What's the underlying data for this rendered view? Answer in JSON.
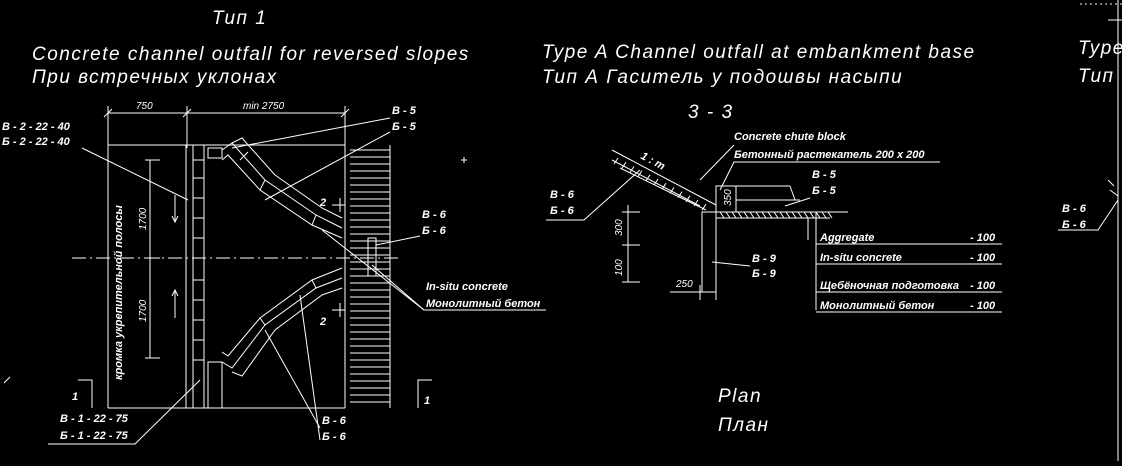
{
  "titles": {
    "type1": "Тип  1",
    "left_en": "Concrete  channel  outfall  for  reversed  slopes",
    "left_ru": "При  встречных  уклонах",
    "mid_en": "Type  A  Channel  outfall  at  embankment  base",
    "mid_ru": "Тип  А  Гаситель  у  подошвы  насыпи",
    "right_en": "Type",
    "right_ru": "Тип",
    "section": "3 - 3",
    "plan_en": "Plan",
    "plan_ru": "План"
  },
  "left_plan": {
    "dim_top_a": "750",
    "dim_top_b": "min  2750",
    "dim_v1": "1700",
    "dim_v2": "1700",
    "vertical_label": "кромка укрепительной полосы",
    "b2_en": "B - 2 - 22 - 40",
    "b2_ru": "Б - 2 - 22 - 40",
    "b1_en": "B - 1 - 22 - 75",
    "b1_ru": "Б - 1 - 22 - 75",
    "b5_en": "B - 5",
    "b5_ru": "Б - 5",
    "b6a_en": "B - 6",
    "b6a_ru": "Б - 6",
    "b6b_en": "B - 6",
    "b6b_ru": "Б - 6",
    "in_situ_en": "In-situ  concrete",
    "in_situ_ru": "Монолитный  бетон",
    "mark_2a": "2",
    "mark_2b": "2",
    "mark_1a": "1",
    "mark_1b": "1"
  },
  "section33": {
    "chute_en": "Concrete  chute  block",
    "chute_ru": "Бетонный  растекатель  200 x 200",
    "slope": "1 : m",
    "b6_en": "B - 6",
    "b6_ru": "Б - 6",
    "b5_en": "B - 5",
    "b5_ru": "Б - 5",
    "b9_en": "B - 9",
    "b9_ru": "Б - 9",
    "dim_300": "300",
    "dim_350": "350",
    "dim_100": "100",
    "dim_250": "250",
    "legend": [
      {
        "name": "Aggregate",
        "value": "- 100"
      },
      {
        "name": "In-situ  concrete",
        "value": "- 100"
      },
      {
        "name": "Щебёночная  подготовка",
        "value": "- 100"
      },
      {
        "name": "Монолитный  бетон",
        "value": "- 100"
      }
    ]
  },
  "right_partial": {
    "b6_en": "B - 6",
    "b6_ru": "Б - 6"
  }
}
